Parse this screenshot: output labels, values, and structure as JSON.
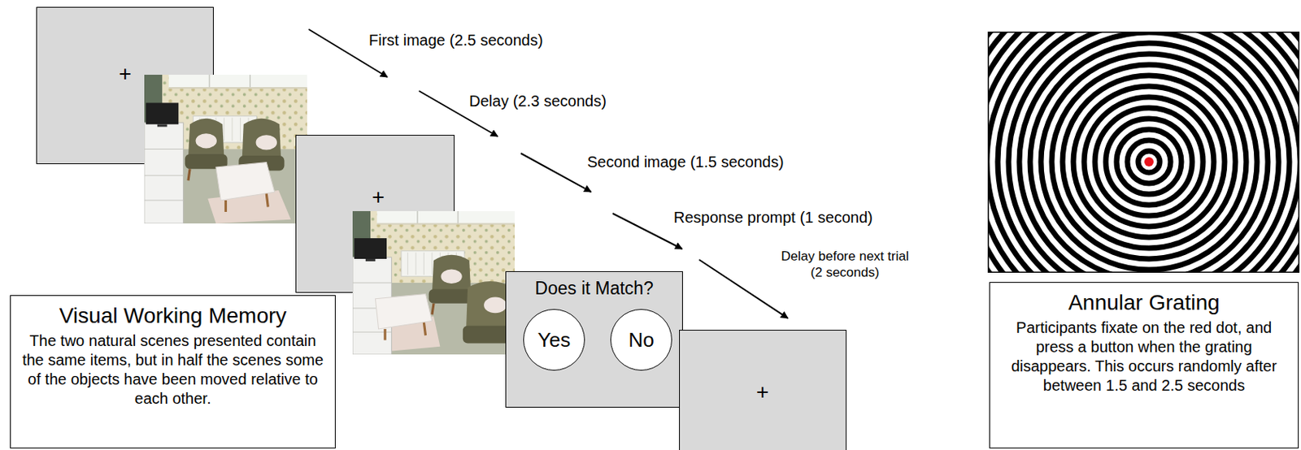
{
  "diagram": {
    "nodes": [
      {
        "text": [
          "+"
        ]
      },
      {
        "text": [
          "+"
        ]
      },
      {
        "text": [
          "Does it Match?"
        ]
      },
      {
        "text": [
          "Yes"
        ],
        "in": 2
      },
      {
        "text": [
          "No"
        ],
        "in": 2
      },
      {
        "text": [
          "+"
        ]
      },
      {
        "text": [
          "Visual Working Memory",
          "The two natural scenes presented contain the same items, but in half the scenes some of the objects have been moved relative to each other."
        ]
      },
      {
        "text": [
          "Annular Grating",
          "Participants fixate on the red dot, and press a button when the grating disappears. This occurs randomly after between 1.5 and 2.5 seconds"
        ]
      }
    ],
    "labels": [
      "First image (2.5 seconds)",
      "Delay (2.3 seconds)",
      "Second image (1.5 seconds)",
      "Response prompt (1 second)",
      "Delay before next trial (2 seconds)"
    ]
  }
}
